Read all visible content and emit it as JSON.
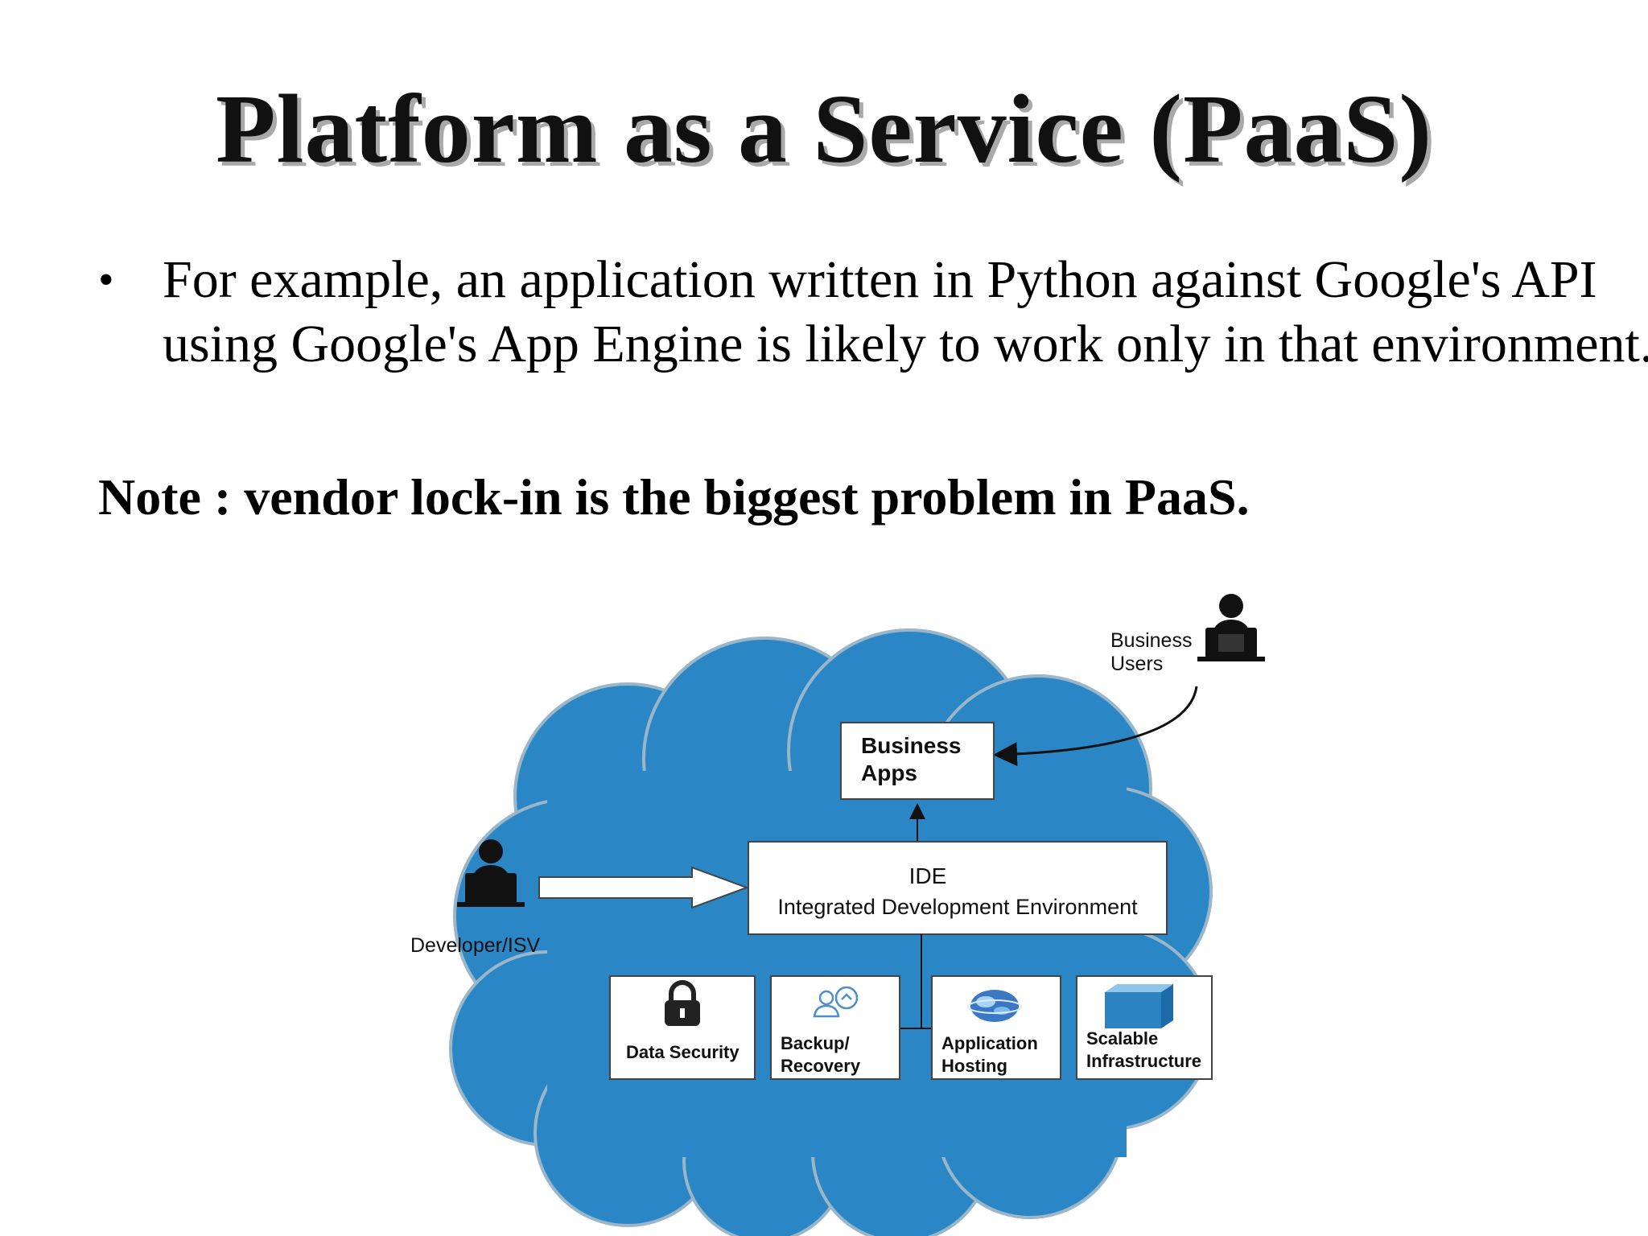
{
  "slide": {
    "title": "Platform as a Service (PaaS)",
    "bullet": "For example, an application written in Python against Google's API using Google's App Engine is likely to work only in that environment.",
    "note": "Note : vendor lock-in is the biggest problem in PaaS."
  },
  "diagram": {
    "business_users": [
      "Business",
      "Users"
    ],
    "developer": "Developer/ISV",
    "business_apps": [
      "Business",
      "Apps"
    ],
    "ide_title": "IDE",
    "ide_subtitle": "Integrated Development Environment",
    "services": [
      {
        "lines": [
          "Data Security"
        ],
        "icon": "lock-icon"
      },
      {
        "lines": [
          "Backup/",
          "Recovery"
        ],
        "icon": "people-icon"
      },
      {
        "lines": [
          "Application",
          "Hosting"
        ],
        "icon": "globe-icon"
      },
      {
        "lines": [
          "Scalable",
          "Infrastructure"
        ],
        "icon": "cube-icon"
      }
    ],
    "colors": {
      "cloud": "#2b86c5",
      "cloud_outline": "#9ab6c9"
    }
  }
}
